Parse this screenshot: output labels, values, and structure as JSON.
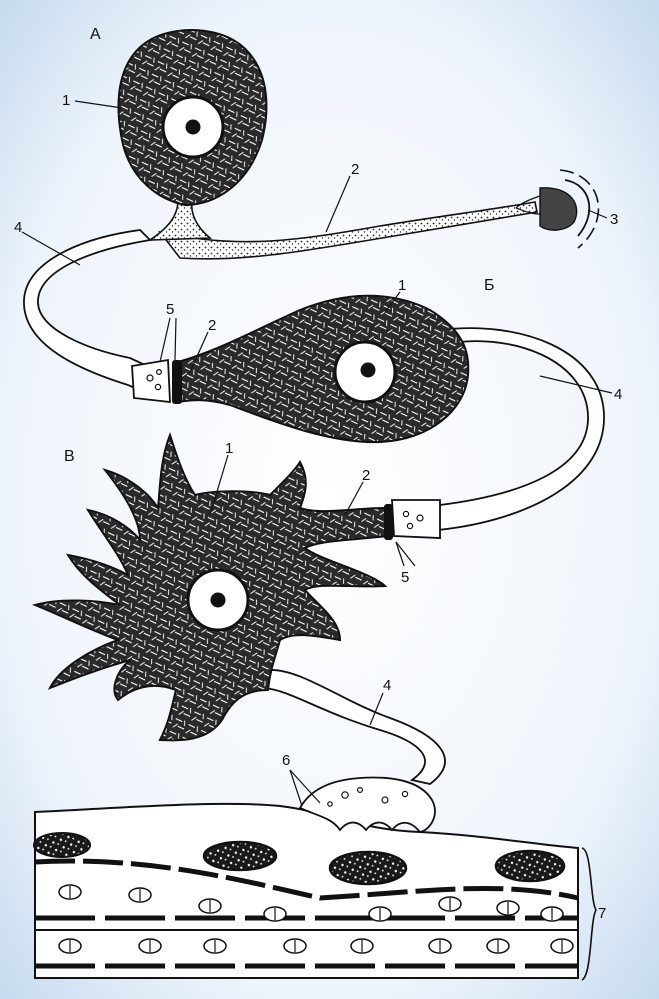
{
  "labels": {
    "neuron_a": "А",
    "neuron_b": "Б",
    "neuron_c": "В",
    "a_body": "1",
    "a_dendrite": "2",
    "a_receptor": "3",
    "a_axon": "4",
    "a_synapse": "5",
    "b_body": "1",
    "b_dendrite": "2",
    "b_axon": "4",
    "c_body": "1",
    "c_dendrite": "2",
    "c_synapse": "5",
    "c_axon": "4",
    "c_ending": "6",
    "muscle": "7"
  },
  "colors": {
    "ink": "#111111",
    "paper": "#ffffff",
    "background": "#c9dcf0"
  }
}
